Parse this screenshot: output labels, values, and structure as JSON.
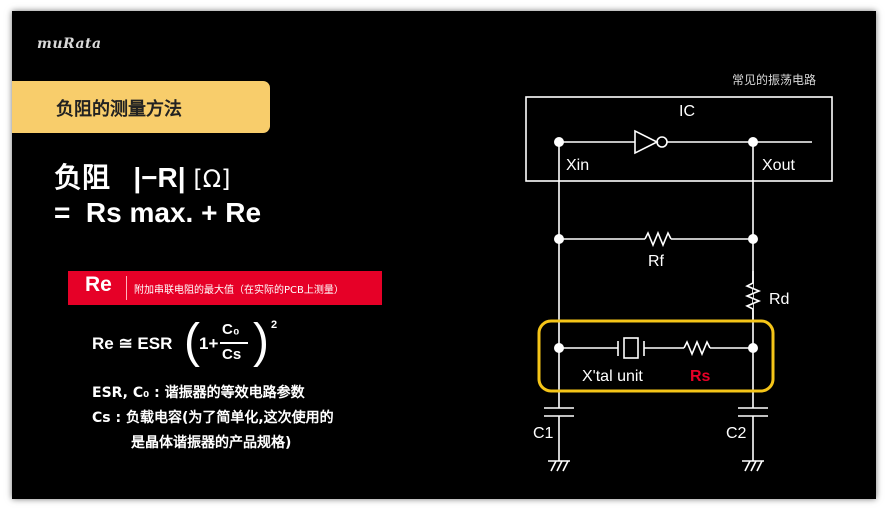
{
  "logo": "muRata",
  "title": "负阻的测量方法",
  "formula": {
    "label": "负阻",
    "expr": "|−R|",
    "unit": "[Ω]",
    "equals": "=",
    "rhs": "Rs max. + Re"
  },
  "re_box": {
    "label": "Re",
    "description": "附加串联电阻的最大值（在实际的PCB上测量）"
  },
  "re_formula": {
    "lhs": "Re ≅ ESR",
    "one_plus": "1+",
    "numerator": "C₀",
    "denominator": "Cs",
    "exponent": "2"
  },
  "notes": [
    "ESR, C₀ : 谐振器的等效电路参数",
    "Cs : 负载电容(为了简单化,这次使用的",
    "是晶体谐振器的产品规格)"
  ],
  "circuit": {
    "caption": "常见的振荡电路",
    "ic_label": "IC",
    "xin_label": "Xin",
    "xout_label": "Xout",
    "rf_label": "Rf",
    "rd_label": "Rd",
    "xtal_label": "X'tal unit",
    "rs_label": "Rs",
    "c1_label": "C1",
    "c2_label": "C2",
    "highlight_color": "#f5c518",
    "rs_color": "#e60027"
  },
  "colors": {
    "background": "#000000",
    "title_box": "#f8cd6b",
    "re_bar": "#e60027"
  }
}
